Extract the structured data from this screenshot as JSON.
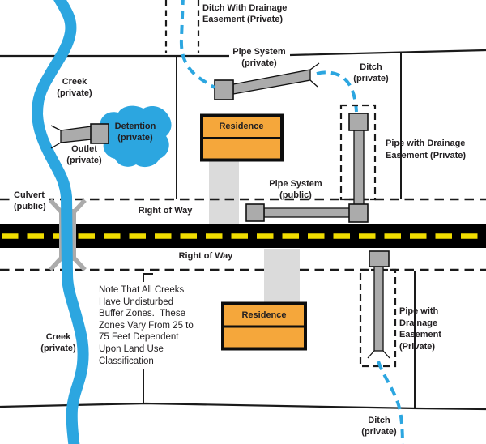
{
  "colors": {
    "water": "#2CA6E0",
    "road": "#000000",
    "yellow": "#F0DC00",
    "pipe": "#ABABAB",
    "driveway": "#DBDBDB",
    "orange": "#F5A73B",
    "ink": "#1a1a1a"
  },
  "labels": {
    "ditch_easement_top": {
      "line1": "Ditch With Drainage",
      "line2": "Easement (Private)"
    },
    "creek_top": {
      "line1": "Creek",
      "line2": "(private)"
    },
    "pipe_system_private": {
      "line1": "Pipe System",
      "line2": "(private)"
    },
    "ditch_top_right": {
      "line1": "Ditch",
      "line2": "(private)"
    },
    "detention": {
      "line1": "Detention",
      "line2": "(private)"
    },
    "outlet": {
      "line1": "Outlet",
      "line2": "(private)"
    },
    "residence_top": {
      "label": "Residence"
    },
    "pipe_easement_top_right": {
      "line1": "Pipe with Drainage",
      "line2": "Easement (Private)"
    },
    "pipe_system_public": {
      "line1": "Pipe System",
      "line2": "(public)"
    },
    "culvert": {
      "line1": "Culvert",
      "line2": "(public)"
    },
    "right_of_way_top": {
      "label": "Right of Way"
    },
    "right_of_way_bottom": {
      "label": "Right of Way"
    },
    "note": {
      "text": "Note That All Creeks\nHave Undisturbed\nBuffer Zones.  These\nZones Vary From 25 to\n75 Feet Dependent\nUpon Land Use\nClassification"
    },
    "creek_bottom": {
      "line1": "Creek",
      "line2": "(private)"
    },
    "residence_bottom": {
      "label": "Residence"
    },
    "pipe_easement_bottom_right": {
      "line1": "Pipe with",
      "line2": "Drainage",
      "line3": "Easement",
      "line4": "(Private)"
    },
    "ditch_bottom": {
      "line1": "Ditch",
      "line2": "(private)"
    }
  }
}
